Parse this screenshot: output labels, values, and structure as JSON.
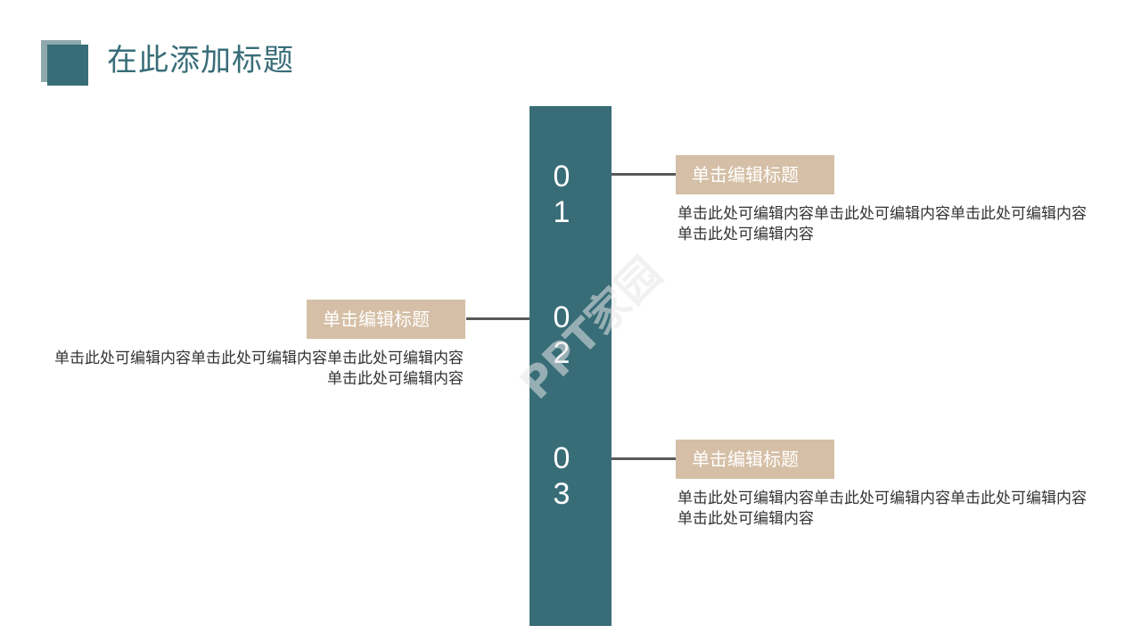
{
  "page": {
    "title": "在此添加标题",
    "watermark": "PPT家园"
  },
  "steps": [
    {
      "number": [
        "0",
        "1"
      ],
      "label": "单击编辑标题",
      "description": "单击此处可编辑内容单击此处可编辑内容单击此处可编辑内容单击此处可编辑内容"
    },
    {
      "number": [
        "0",
        "2"
      ],
      "label": "单击编辑标题",
      "description": "单击此处可编辑内容单击此处可编辑内容单击此处可编辑内容单击此处可编辑内容"
    },
    {
      "number": [
        "0",
        "3"
      ],
      "label": "单击编辑标题",
      "description": "单击此处可编辑内容单击此处可编辑内容单击此处可编辑内容单击此处可编辑内容"
    }
  ],
  "colors": {
    "accent": "#386d78",
    "accent_light": "#8fa8ae",
    "label_bg": "#d5bfa6",
    "connector": "#595959",
    "text": "#333333"
  }
}
